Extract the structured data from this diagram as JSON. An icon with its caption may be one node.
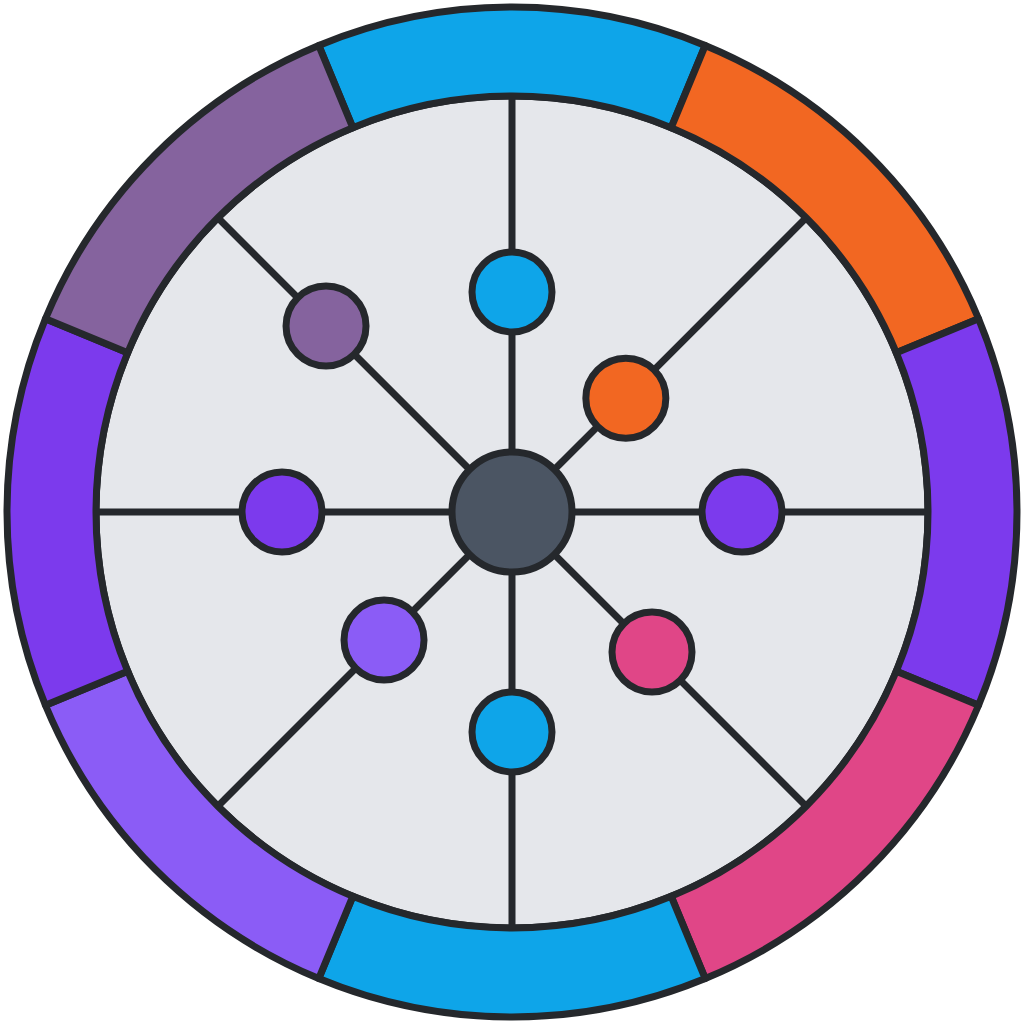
{
  "diagram": {
    "nodes": [
      {
        "text": [],
        "shape": "circle"
      },
      {
        "text": [],
        "shape": "circle"
      },
      {
        "text": [],
        "shape": "circle"
      },
      {
        "text": [],
        "shape": "circle"
      },
      {
        "text": [],
        "shape": "circle"
      },
      {
        "text": [],
        "shape": "circle"
      },
      {
        "text": [],
        "shape": "circle"
      },
      {
        "text": [],
        "shape": "circle"
      },
      {
        "text": [],
        "shape": "circle"
      },
      {
        "text": [],
        "shape": "arc"
      },
      {
        "text": [],
        "shape": "arc"
      },
      {
        "text": [],
        "shape": "arc"
      },
      {
        "text": [],
        "shape": "arc"
      },
      {
        "text": [],
        "shape": "arc"
      },
      {
        "text": [],
        "shape": "arc"
      },
      {
        "text": [],
        "shape": "arc"
      },
      {
        "text": [],
        "shape": "arc"
      }
    ],
    "edges": [
      {
        "from": 0,
        "to": 1,
        "arrow": "none"
      },
      {
        "from": 1,
        "to": 9,
        "arrow": "none"
      },
      {
        "from": 0,
        "to": 2,
        "arrow": "none"
      },
      {
        "from": 2,
        "to": 10,
        "arrow": "none"
      },
      {
        "from": 0,
        "to": 3,
        "arrow": "none"
      },
      {
        "from": 3,
        "to": 11,
        "arrow": "none"
      },
      {
        "from": 0,
        "to": 4,
        "arrow": "none"
      },
      {
        "from": 4,
        "to": 12,
        "arrow": "none"
      },
      {
        "from": 0,
        "to": 5,
        "arrow": "none"
      },
      {
        "from": 5,
        "to": 13,
        "arrow": "none"
      },
      {
        "from": 0,
        "to": 6,
        "arrow": "none"
      },
      {
        "from": 6,
        "to": 14,
        "arrow": "none"
      },
      {
        "from": 0,
        "to": 7,
        "arrow": "none"
      },
      {
        "from": 7,
        "to": 15,
        "arrow": "none"
      },
      {
        "from": 0,
        "to": 8,
        "arrow": "none"
      },
      {
        "from": 8,
        "to": 16,
        "arrow": "none"
      }
    ]
  }
}
